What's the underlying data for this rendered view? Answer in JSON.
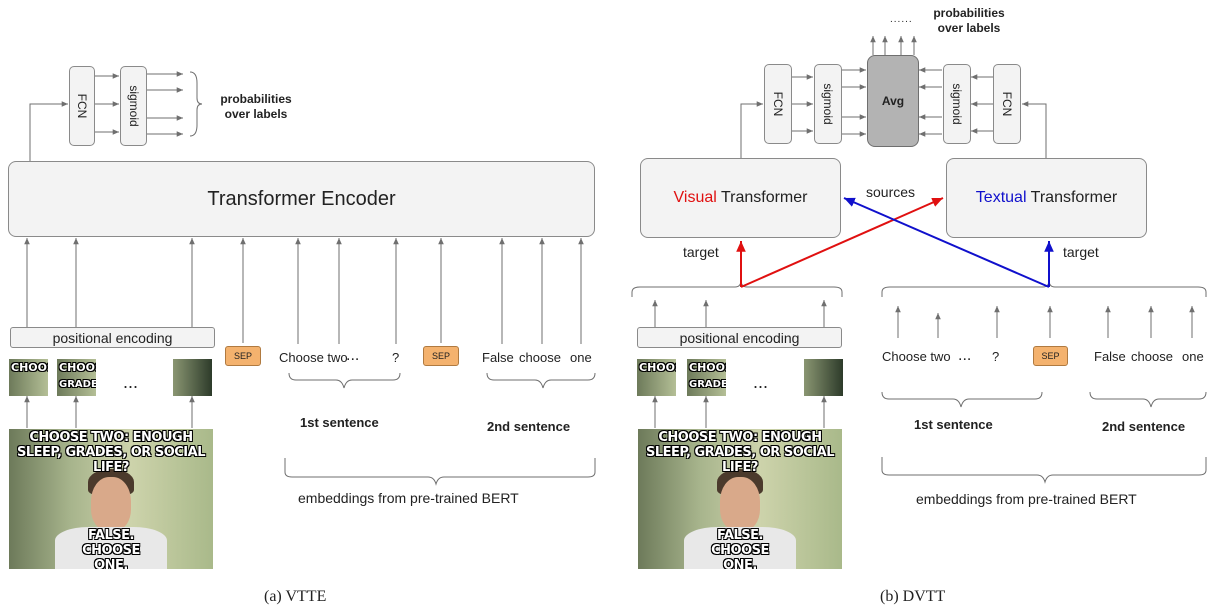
{
  "panel_a": {
    "caption": "(a) VTTE",
    "encoder_label": "Transformer Encoder",
    "fcn_label": "FCN",
    "sigmoid_label": "sigmoid",
    "probabilities_label": "probabilities over labels",
    "positional_encoding_label": "positional encoding",
    "ellipsis": "...",
    "sep_label": "SEP",
    "tokens_1": [
      "Choose two",
      "...",
      "?"
    ],
    "tokens_2": [
      "False",
      "choose",
      "one"
    ],
    "sentence_1_label": "1st sentence",
    "sentence_2_label": "2nd sentence",
    "bert_label": "embeddings from pre-trained BERT"
  },
  "panel_b": {
    "caption": "(b) DVTT",
    "visual_word": "Visual",
    "textual_word": "Textual",
    "transformer_word": "Transformer",
    "sources_label": "sources",
    "target_label": "target",
    "fcn_label": "FCN",
    "sigmoid_label": "sigmoid",
    "avg_label": "Avg",
    "probabilities_label": "probabilities over labels",
    "top_dots": "......",
    "positional_encoding_label": "positional encoding",
    "ellipsis": "...",
    "sep_label": "SEP",
    "tokens_1": [
      "Choose two",
      "...",
      "?"
    ],
    "tokens_2": [
      "False",
      "choose",
      "one"
    ],
    "sentence_1_label": "1st sentence",
    "sentence_2_label": "2nd sentence",
    "bert_label": "embeddings from pre-trained BERT"
  },
  "meme": {
    "top_caption": "CHOOSE TWO: ENOUGH SLEEP, GRADES, OR SOCIAL LIFE?",
    "bottom_caption": "FALSE. CHOOSE ONE.",
    "crop_1": "CHOOSE T",
    "crop_2": "CHOOSE T",
    "crop_2b": "GRADES"
  },
  "colors": {
    "visual": "#e01010",
    "textual": "#1010cc",
    "sep_fill": "#f4b26e",
    "avg_fill": "#b3b3b3",
    "box_fill": "#f3f3f3",
    "line": "#6f6f6f"
  }
}
